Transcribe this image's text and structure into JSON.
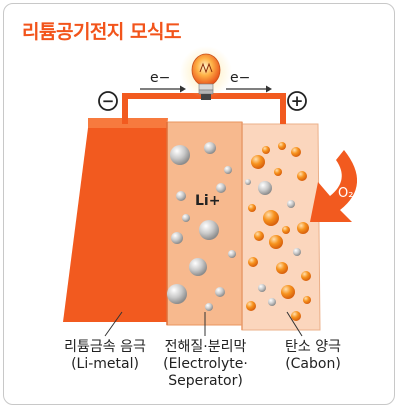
{
  "title": "리튬공기전지 모식도",
  "electron_left": "e−",
  "electron_right": "e−",
  "minus_sign": "−",
  "plus_sign": "+",
  "ion_label": "Li+",
  "oxygen_label": "O₂",
  "labels": {
    "anode": {
      "line1": "리튬금속 음극",
      "line2": "(Li-metal)"
    },
    "electrolyte": {
      "line1": "전해질·분리막",
      "line2": "(Electrolyte·",
      "line3": "Seperator)"
    },
    "cathode": {
      "line1": "탄소 양극",
      "line2": "(Cabon)"
    }
  },
  "colors": {
    "title": "#f2541b",
    "anode": "#f25a1f",
    "electrolyte": "#f7b98e",
    "cathode": "#fbd6bd",
    "wire": "#f25a1f",
    "arrow": "#f25a1f",
    "lithium_ion": "#d8d8d8",
    "oxygen_particle": "#f7931e"
  }
}
